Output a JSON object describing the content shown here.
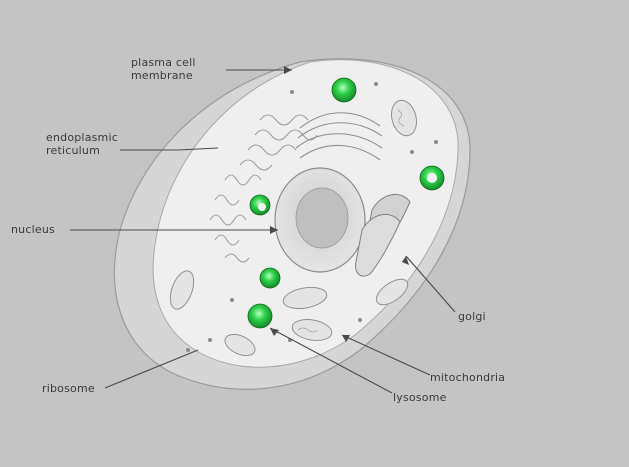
{
  "labels": {
    "plasma_membrane": "plasma cell\nmembrane",
    "endoplasmic_reticulum": "endoplasmic\nreticulum",
    "nucleus": "nucleus",
    "ribosome": "ribosome",
    "golgi": "golgi",
    "mitochondria": "mitochondria",
    "lysosome": "lysosome"
  },
  "colors": {
    "background": "#c4c4c4",
    "cell_wall": "#d7d7d7",
    "cytoplasm": "#eeeeee",
    "organelle_green": "#2fc94a"
  }
}
